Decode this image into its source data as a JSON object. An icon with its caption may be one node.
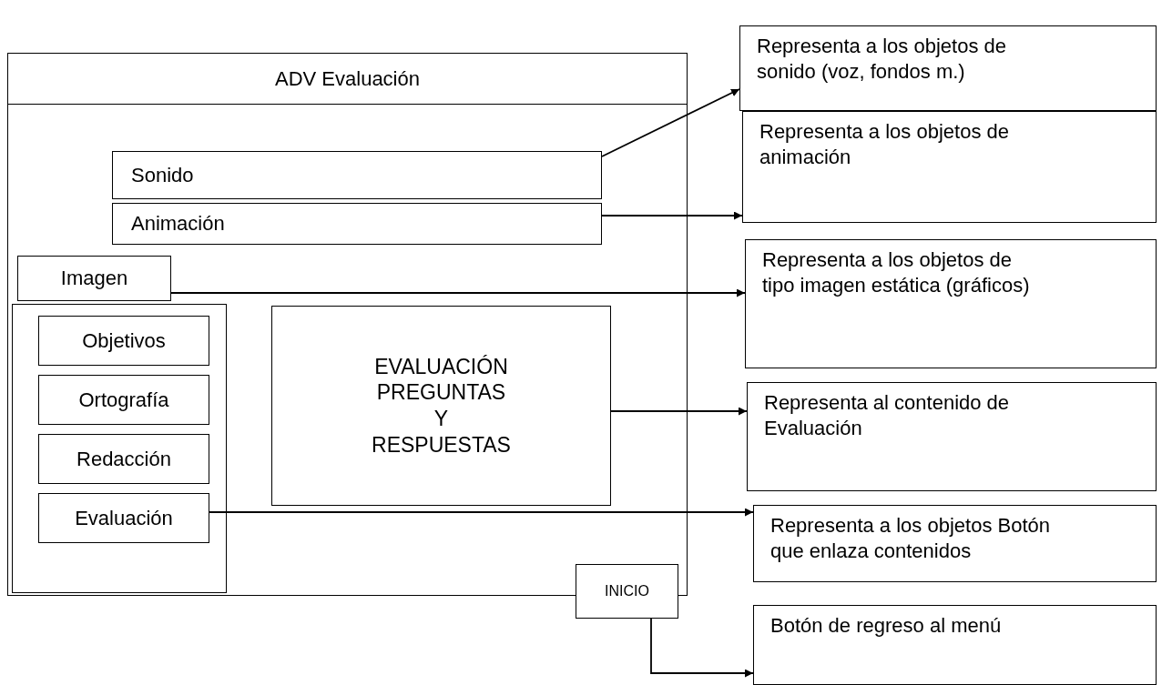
{
  "diagram": {
    "nodes": [
      {
        "text": [
          "ADV Evaluación"
        ]
      },
      {
        "text": [
          "Sonido"
        ],
        "in": 0
      },
      {
        "text": [
          "Animación"
        ],
        "in": 0
      },
      {
        "text": [
          "Imagen"
        ],
        "in": 0
      },
      {
        "text": [],
        "shape": "box",
        "in": 0
      },
      {
        "text": [
          "Objetivos"
        ],
        "in": 4
      },
      {
        "text": [
          "Ortografía"
        ],
        "in": 4
      },
      {
        "text": [
          "Redacción"
        ],
        "in": 4
      },
      {
        "text": [
          "Evaluación"
        ],
        "in": 4
      },
      {
        "text": [
          "EVALUACIÓN PREGUNTAS Y RESPUESTAS"
        ],
        "in": 0
      },
      {
        "text": [
          "INICIO"
        ]
      },
      {
        "text": [
          "Representa a los objetos de sonido (voz, fondos m.)"
        ]
      },
      {
        "text": [
          "Representa a los objetos de animación"
        ]
      },
      {
        "text": [
          "Representa a los objetos de tipo imagen estática (gráficos)"
        ]
      },
      {
        "text": [
          "Representa al contenido de Evaluación"
        ]
      },
      {
        "text": [
          "Representa a los objetos Botón que enlaza contenidos"
        ]
      },
      {
        "text": [
          "Botón de regreso al menú"
        ]
      }
    ],
    "edges": [
      {
        "from": 1,
        "to": 11,
        "arrow": "to"
      },
      {
        "from": 2,
        "to": 12,
        "arrow": "to"
      },
      {
        "from": 3,
        "to": 13,
        "arrow": "to"
      },
      {
        "from": 9,
        "to": 14,
        "arrow": "to"
      },
      {
        "from": 8,
        "to": 15,
        "arrow": "to"
      },
      {
        "from": 10,
        "to": 16,
        "arrow": "to"
      }
    ]
  }
}
